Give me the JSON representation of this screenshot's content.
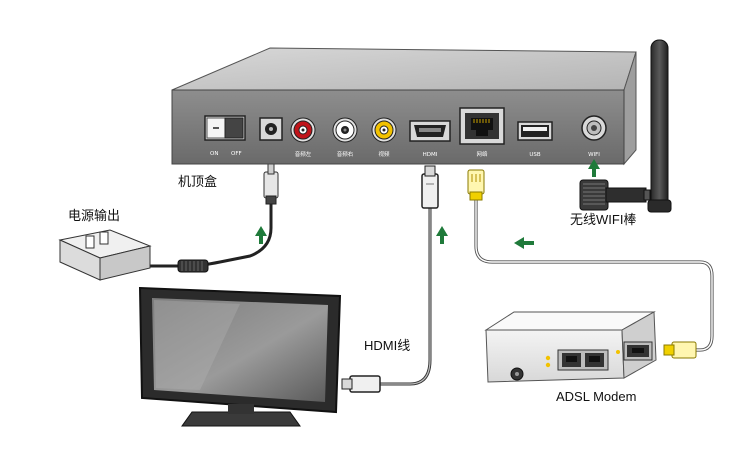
{
  "labels": {
    "set_top_box": "机顶盒",
    "power_output": "电源输出",
    "wifi_stick": "无线WIFI棒",
    "hdmi_cable": "HDMI线",
    "modem": "ADSL Modem"
  },
  "ports": {
    "on": "ON",
    "off": "OFF",
    "audio_left": "音频左",
    "audio_right": "音频右",
    "video": "视频",
    "hdmi": "HDMI",
    "network": "网络",
    "usb": "USB",
    "wifi": "WIFI"
  },
  "colors": {
    "box_top": "#c8c8c8",
    "box_front": "#7a7a7a",
    "arrow": "#1f7a3a",
    "audio_left_ring": "#c0141a",
    "audio_right_ring": "#ffffff",
    "video_ring": "#f2c200",
    "ethernet_cable": "#f0d000"
  },
  "icons": [
    "power-switch-icon",
    "dc-jack-icon",
    "rca-jack-icon",
    "hdmi-port-icon",
    "rj45-port-icon",
    "usb-port-icon",
    "antenna-port-icon",
    "arrow-up-icon",
    "arrow-left-icon"
  ]
}
